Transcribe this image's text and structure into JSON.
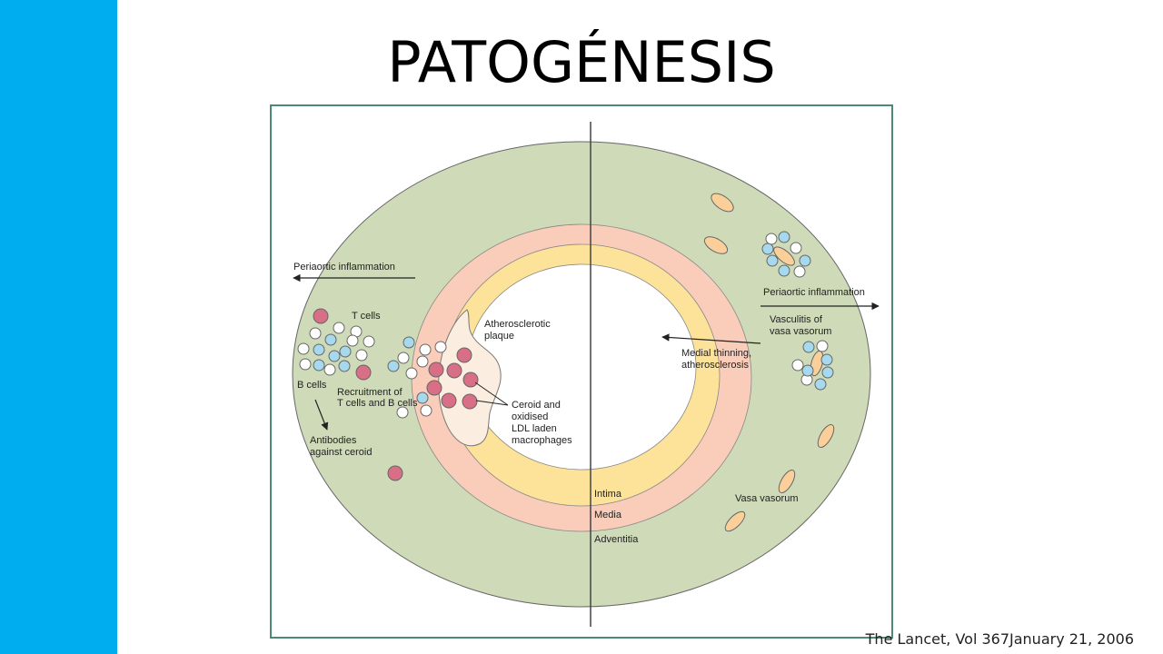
{
  "slide": {
    "title": "PATOGÉNESIS",
    "citation": "The Lancet, Vol 367January 21, 2006",
    "accent_color": "#00aeef"
  },
  "diagram": {
    "colors": {
      "adventitia": "#cfdbb8",
      "media": "#f9cdb9",
      "intima": "#fde29a",
      "plaque": "#fbeee0",
      "cell_red": "#d86f86",
      "cell_blue": "#a6d8ee",
      "cell_white": "#ffffff",
      "vasa": "#fbcf9a",
      "border": "#4e8a73"
    },
    "labels": {
      "periaortic_left": "Periaortic inflammation",
      "t_cells": "T cells",
      "b_cells": "B cells",
      "recruitment_1": "Recruitment of",
      "recruitment_2": "T cells and B cells",
      "antibodies_1": "Antibodies",
      "antibodies_2": "against ceroid",
      "plaque_1": "Atherosclerotic",
      "plaque_2": "plaque",
      "ceroid_1": "Ceroid and",
      "ceroid_2": "oxidised",
      "ceroid_3": "LDL laden",
      "ceroid_4": "macrophages",
      "medial_1": "Medial thinning,",
      "medial_2": "atherosclerosis",
      "periaortic_right": "Periaortic inflammation",
      "vasculitis_1": "Vasculitis of",
      "vasculitis_2": "vasa vasorum",
      "vasa_vasorum": "Vasa vasorum",
      "intima": "Intima",
      "media": "Media",
      "adventitia": "Adventitia"
    }
  }
}
